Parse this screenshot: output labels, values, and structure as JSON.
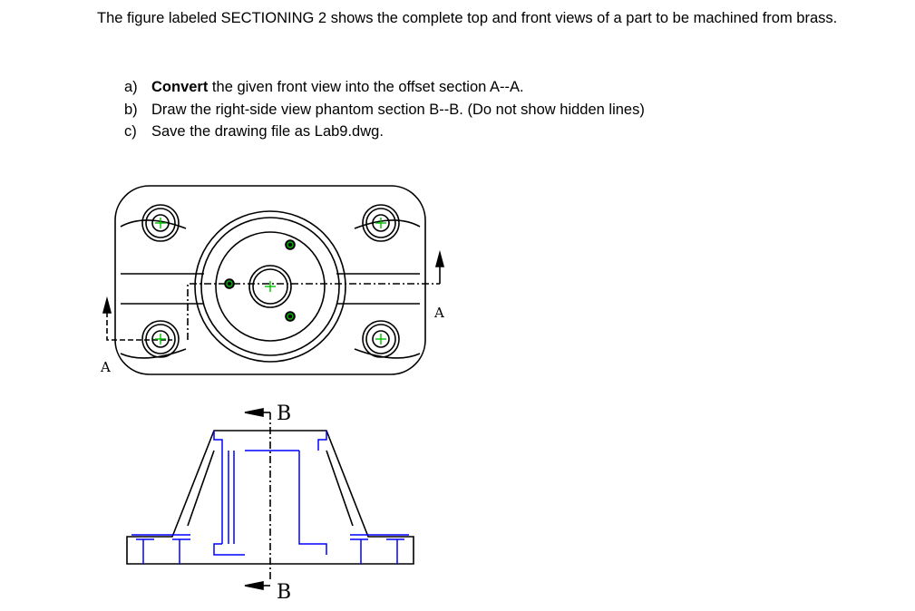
{
  "intro": "The figure labeled SECTIONING 2 shows the complete top and front views of a part to be machined from brass.",
  "tasks": [
    {
      "label": "a)",
      "bold": "Convert",
      "text": " the given front view into the offset section A--A."
    },
    {
      "label": "b)",
      "bold": "",
      "text": "Draw the right-side view phantom section B--B. (Do not show hidden lines)"
    },
    {
      "label": "c)",
      "bold": "",
      "text": "Save the drawing file as Lab9.dwg."
    }
  ],
  "drawing": {
    "section_a_letter": "A",
    "section_b_letter": "B",
    "colors": {
      "outline": "#000000",
      "hidden": "#0000ff",
      "center": "#00c000"
    }
  }
}
